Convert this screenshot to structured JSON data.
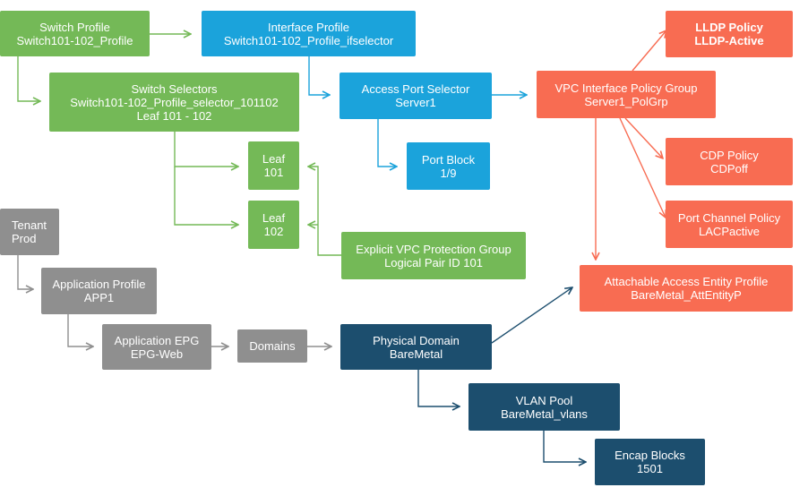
{
  "colors": {
    "green": "#74b957",
    "blue": "#1ba3db",
    "coral": "#f86c52",
    "gray": "#8f8f8f",
    "navy": "#1c4e6e"
  },
  "nodes": {
    "switch_profile": {
      "title": "Switch Profile",
      "sub": "Switch101-102_Profile"
    },
    "interface_profile": {
      "title": "Interface Profile",
      "sub": "Switch101-102_Profile_ifselector"
    },
    "lldp_policy": {
      "title": "LLDP Policy",
      "sub": "LLDP-Active"
    },
    "switch_selectors": {
      "title": "Switch Selectors",
      "sub": "Switch101-102_Profile_selector_101102",
      "sub2": "Leaf 101 - 102"
    },
    "access_port_selector": {
      "title": "Access Port Selector",
      "sub": "Server1"
    },
    "vpc_interface_policy_group": {
      "title": "VPC Interface Policy Group",
      "sub": "Server1_PolGrp"
    },
    "leaf_101": {
      "title": "Leaf",
      "sub": "101"
    },
    "port_block": {
      "title": "Port Block",
      "sub": "1/9"
    },
    "cdp_policy": {
      "title": "CDP Policy",
      "sub": "CDPoff"
    },
    "leaf_102": {
      "title": "Leaf",
      "sub": "102"
    },
    "port_channel_policy": {
      "title": "Port Channel Policy",
      "sub": "LACPactive"
    },
    "tenant": {
      "title": "Tenant",
      "sub": "Prod"
    },
    "explicit_vpc_protection_group": {
      "title": "Explicit VPC Protection Group",
      "sub": "Logical Pair ID 101"
    },
    "application_profile": {
      "title": "Application Profile",
      "sub": "APP1"
    },
    "attachable_access_entity_profile": {
      "title": "Attachable Access Entity Profile",
      "sub": "BareMetal_AttEntityP"
    },
    "application_epg": {
      "title": "Application EPG",
      "sub": "EPG-Web"
    },
    "domains": {
      "title": "Domains"
    },
    "physical_domain": {
      "title": "Physical Domain",
      "sub": "BareMetal"
    },
    "vlan_pool": {
      "title": "VLAN Pool",
      "sub": "BareMetal_vlans"
    },
    "encap_blocks": {
      "title": "Encap Blocks",
      "sub": "1501"
    }
  }
}
